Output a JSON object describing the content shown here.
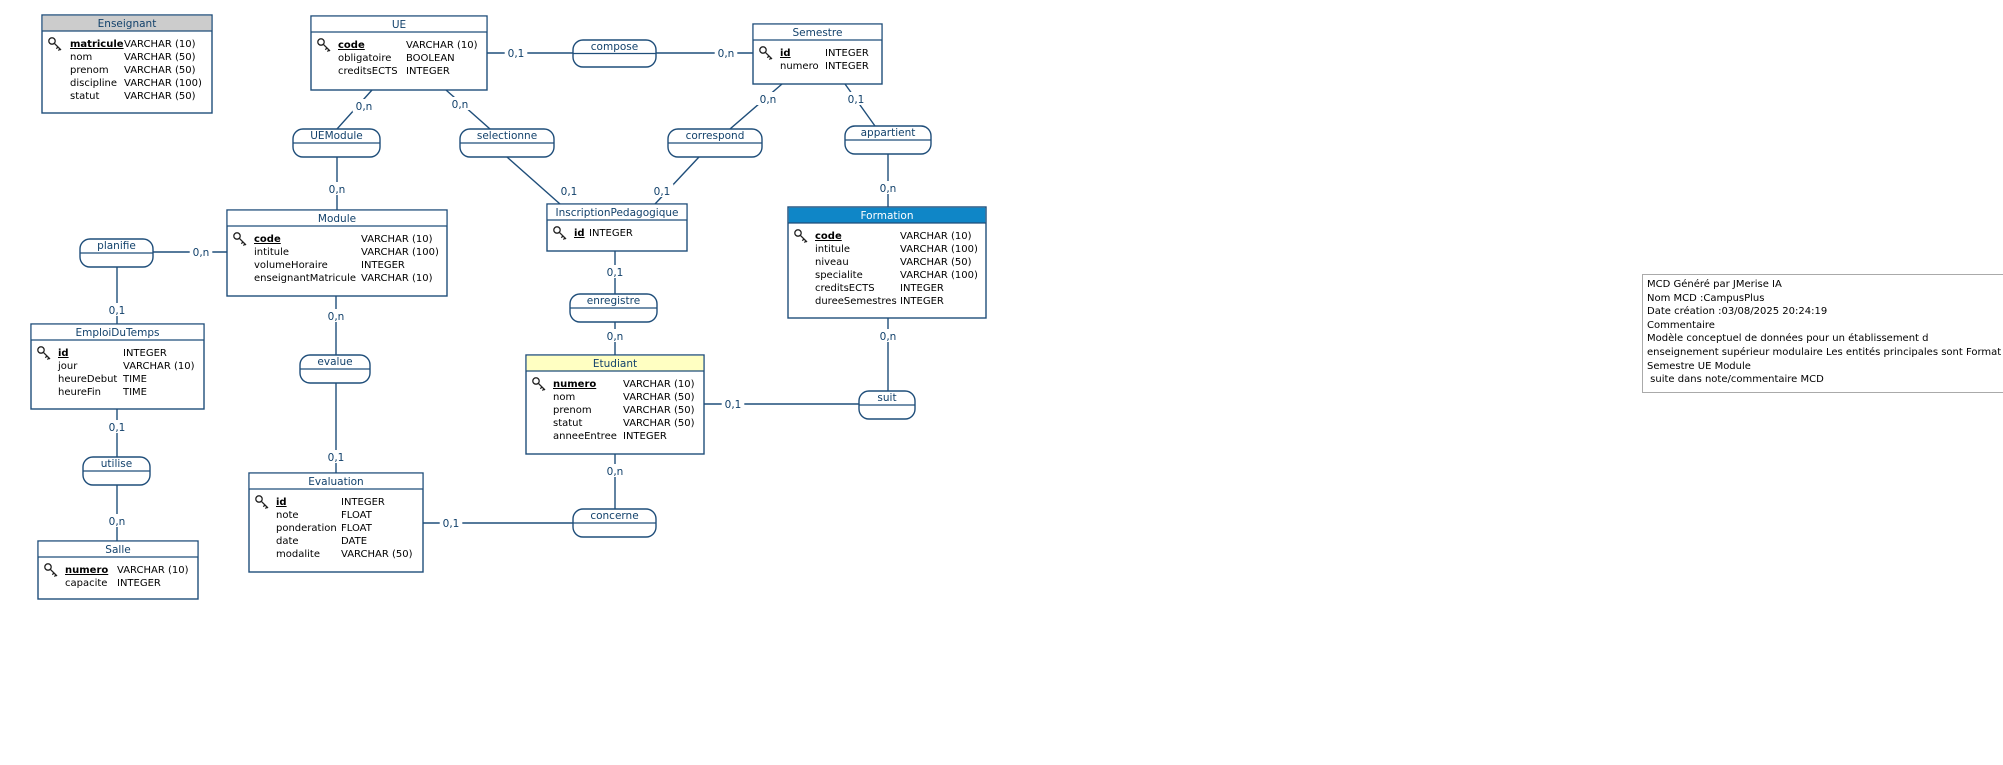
{
  "colors": {
    "line": "#1f4e7a",
    "text": "#12416b",
    "header_default": "#ffffff",
    "header_enseignant": "#cccccc",
    "header_etudiant": "#ffffc2",
    "header_formation": "#0f86c7"
  },
  "entities": [
    {
      "id": "enseignant",
      "name": "Enseignant",
      "header": "header_enseignant",
      "attributes": [
        {
          "name": "matricule",
          "type": "VARCHAR (10)",
          "key": true
        },
        {
          "name": "nom",
          "type": "VARCHAR (50)",
          "key": false
        },
        {
          "name": "prenom",
          "type": "VARCHAR (50)",
          "key": false
        },
        {
          "name": "discipline",
          "type": "VARCHAR (100)",
          "key": false
        },
        {
          "name": "statut",
          "type": "VARCHAR (50)",
          "key": false
        }
      ]
    },
    {
      "id": "ue",
      "name": "UE",
      "header": "header_default",
      "attributes": [
        {
          "name": "code",
          "type": "VARCHAR (10)",
          "key": true
        },
        {
          "name": "obligatoire",
          "type": "BOOLEAN",
          "key": false
        },
        {
          "name": "creditsECTS",
          "type": "INTEGER",
          "key": false
        }
      ]
    },
    {
      "id": "semestre",
      "name": "Semestre",
      "header": "header_default",
      "attributes": [
        {
          "name": "id",
          "type": "INTEGER",
          "key": true
        },
        {
          "name": "numero",
          "type": "INTEGER",
          "key": false
        }
      ]
    },
    {
      "id": "module",
      "name": "Module",
      "header": "header_default",
      "attributes": [
        {
          "name": "code",
          "type": "VARCHAR (10)",
          "key": true
        },
        {
          "name": "intitule",
          "type": "VARCHAR (100)",
          "key": false
        },
        {
          "name": "volumeHoraire",
          "type": "INTEGER",
          "key": false
        },
        {
          "name": "enseignantMatricule",
          "type": "VARCHAR (10)",
          "key": false
        }
      ]
    },
    {
      "id": "inscription",
      "name": "InscriptionPedagogique",
      "header": "header_default",
      "attributes": [
        {
          "name": "id",
          "type": "INTEGER",
          "key": true
        }
      ]
    },
    {
      "id": "formation",
      "name": "Formation",
      "header": "header_formation",
      "attributes": [
        {
          "name": "code",
          "type": "VARCHAR (10)",
          "key": true
        },
        {
          "name": "intitule",
          "type": "VARCHAR (100)",
          "key": false
        },
        {
          "name": "niveau",
          "type": "VARCHAR (50)",
          "key": false
        },
        {
          "name": "specialite",
          "type": "VARCHAR (100)",
          "key": false
        },
        {
          "name": "creditsECTS",
          "type": "INTEGER",
          "key": false
        },
        {
          "name": "dureeSemestres",
          "type": "INTEGER",
          "key": false
        }
      ]
    },
    {
      "id": "emploi",
      "name": "EmploiDuTemps",
      "header": "header_default",
      "attributes": [
        {
          "name": "id",
          "type": "INTEGER",
          "key": true
        },
        {
          "name": "jour",
          "type": "VARCHAR (10)",
          "key": false
        },
        {
          "name": "heureDebut",
          "type": "TIME",
          "key": false
        },
        {
          "name": "heureFin",
          "type": "TIME",
          "key": false
        }
      ]
    },
    {
      "id": "etudiant",
      "name": "Etudiant",
      "header": "header_etudiant",
      "attributes": [
        {
          "name": "numero",
          "type": "VARCHAR (10)",
          "key": true
        },
        {
          "name": "nom",
          "type": "VARCHAR (50)",
          "key": false
        },
        {
          "name": "prenom",
          "type": "VARCHAR (50)",
          "key": false
        },
        {
          "name": "statut",
          "type": "VARCHAR (50)",
          "key": false
        },
        {
          "name": "anneeEntree",
          "type": "INTEGER",
          "key": false
        }
      ]
    },
    {
      "id": "evaluation",
      "name": "Evaluation",
      "header": "header_default",
      "attributes": [
        {
          "name": "id",
          "type": "INTEGER",
          "key": true
        },
        {
          "name": "note",
          "type": "FLOAT",
          "key": false
        },
        {
          "name": "ponderation",
          "type": "FLOAT",
          "key": false
        },
        {
          "name": "date",
          "type": "DATE",
          "key": false
        },
        {
          "name": "modalite",
          "type": "VARCHAR (50)",
          "key": false
        }
      ]
    },
    {
      "id": "salle",
      "name": "Salle",
      "header": "header_default",
      "attributes": [
        {
          "name": "numero",
          "type": "VARCHAR (10)",
          "key": true
        },
        {
          "name": "capacite",
          "type": "INTEGER",
          "key": false
        }
      ]
    }
  ],
  "associations": [
    {
      "id": "compose",
      "name": "compose"
    },
    {
      "id": "uemodule",
      "name": "UEModule"
    },
    {
      "id": "selectionne",
      "name": "selectionne"
    },
    {
      "id": "correspond",
      "name": "correspond"
    },
    {
      "id": "appartient",
      "name": "appartient"
    },
    {
      "id": "planifie",
      "name": "planifie"
    },
    {
      "id": "enregistre",
      "name": "enregistre"
    },
    {
      "id": "evalue",
      "name": "evalue"
    },
    {
      "id": "utilise",
      "name": "utilise"
    },
    {
      "id": "suit",
      "name": "suit"
    },
    {
      "id": "concerne",
      "name": "concerne"
    }
  ],
  "links": [
    {
      "from": "ue",
      "to": "compose",
      "card": "0,1"
    },
    {
      "from": "compose",
      "to": "semestre",
      "card": "0,n"
    },
    {
      "from": "ue",
      "to": "uemodule",
      "card": "0,n"
    },
    {
      "from": "uemodule",
      "to": "module",
      "card": "0,n"
    },
    {
      "from": "ue",
      "to": "selectionne",
      "card": "0,n"
    },
    {
      "from": "selectionne",
      "to": "inscription",
      "card": "0,1"
    },
    {
      "from": "semestre",
      "to": "correspond",
      "card": "0,n"
    },
    {
      "from": "correspond",
      "to": "inscription",
      "card": "0,1"
    },
    {
      "from": "semestre",
      "to": "appartient",
      "card": "0,1"
    },
    {
      "from": "appartient",
      "to": "formation",
      "card": "0,n"
    },
    {
      "from": "planifie",
      "to": "module",
      "card": "0,n"
    },
    {
      "from": "planifie",
      "to": "emploi",
      "card": "0,1"
    },
    {
      "from": "inscription",
      "to": "enregistre",
      "card": "0,1"
    },
    {
      "from": "enregistre",
      "to": "etudiant",
      "card": "0,n"
    },
    {
      "from": "module",
      "to": "evalue",
      "card": "0,n"
    },
    {
      "from": "evalue",
      "to": "evaluation",
      "card": "0,1"
    },
    {
      "from": "emploi",
      "to": "utilise",
      "card": "0,1"
    },
    {
      "from": "utilise",
      "to": "salle",
      "card": "0,n"
    },
    {
      "from": "formation",
      "to": "suit",
      "card": "0,n"
    },
    {
      "from": "suit",
      "to": "etudiant",
      "card": "0,1"
    },
    {
      "from": "etudiant",
      "to": "concerne",
      "card": "0,n"
    },
    {
      "from": "concerne",
      "to": "evaluation",
      "card": "0,1"
    }
  ],
  "info": {
    "lines": [
      "MCD Généré par JMerise IA",
      "Nom MCD :CampusPlus",
      "Date création :03/08/2025 20:24:19",
      "Commentaire",
      "Modèle conceptuel de données pour un établissement d",
      "enseignement supérieur modulaire Les entités principales sont Formation",
      "Semestre UE Module",
      " suite dans note/commentaire MCD"
    ]
  }
}
